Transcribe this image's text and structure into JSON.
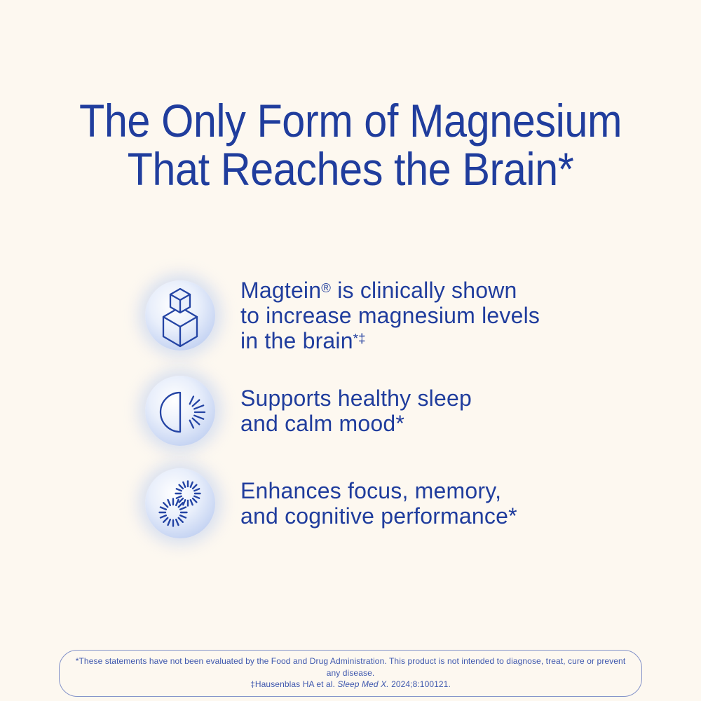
{
  "theme": {
    "background": "#fdf8f0",
    "accent": "#203d9d",
    "icon-stroke": "#2444a4",
    "footnote-text": "#3f58ae",
    "footnote-border": "#8493c9",
    "icon-bg-inner": "#ffffff",
    "icon-bg-outer": "#b5c8ef"
  },
  "heading": {
    "line1": "The Only Form of Magnesium",
    "line2": "That Reaches the Brain*"
  },
  "features": [
    {
      "icon": "stacked-cubes-icon",
      "line1_pre": "Magtein",
      "line1_sup": "®",
      "line1_post": " is clinically shown",
      "line2": "to increase magnesium levels",
      "line3_pre": "in the brain",
      "line3_sup": "*‡"
    },
    {
      "icon": "half-circle-rays-icon",
      "line1": "Supports healthy sleep",
      "line2": "and calm mood*"
    },
    {
      "icon": "sparkle-bursts-icon",
      "line1": "Enhances focus, memory,",
      "line2": "and cognitive performance*"
    }
  ],
  "footnote": {
    "line1": "*These statements have not been evaluated by the Food and Drug Administration. This product is not intended to diagnose, treat, cure or prevent any disease.",
    "line2_pre": "‡Hausenblas HA et al. ",
    "line2_italic": "Sleep Med X.",
    "line2_post": " 2024;8:100121."
  }
}
